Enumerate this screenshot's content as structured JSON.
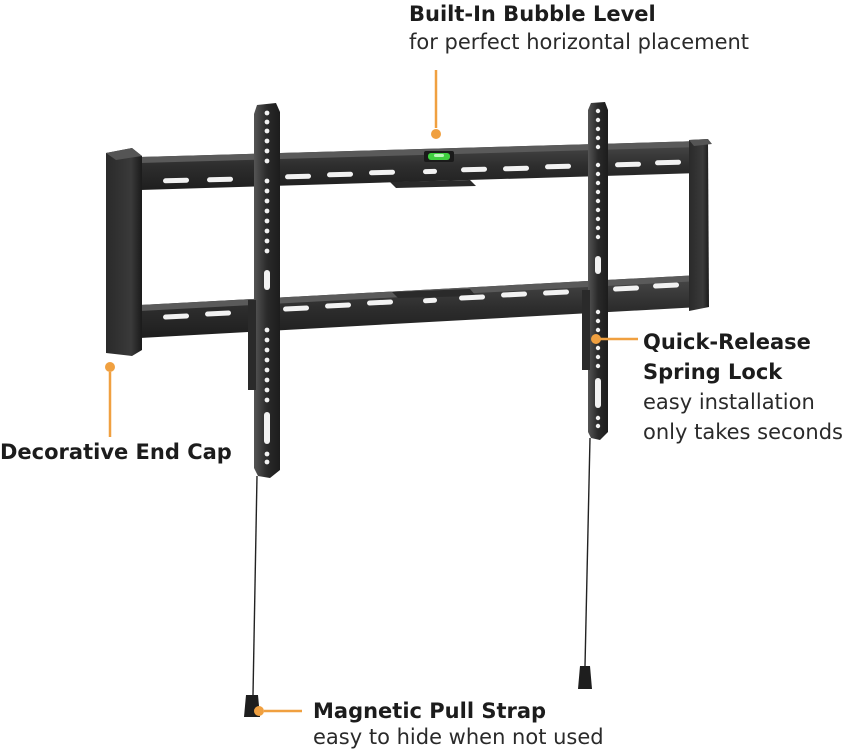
{
  "callouts": {
    "bubble_level": {
      "title": "Built-In Bubble Level",
      "desc": "for perfect horizontal placement"
    },
    "spring_lock": {
      "title_line1": "Quick-Release",
      "title_line2": "Spring Lock",
      "desc_line1": "easy installation",
      "desc_line2": "only takes seconds"
    },
    "end_cap": {
      "title": "Decorative End Cap"
    },
    "pull_strap": {
      "title": "Magnetic Pull Strap",
      "desc": "easy to hide when not used"
    }
  },
  "colors": {
    "accent": "#f0a040",
    "bracket": "#2b2b2b",
    "bracket_light": "#4a4a4a",
    "slot": "#f4f4f4",
    "bubble": "#3fcf3f"
  },
  "icons": [
    "tv-mount-bracket",
    "bubble-level-vial"
  ]
}
